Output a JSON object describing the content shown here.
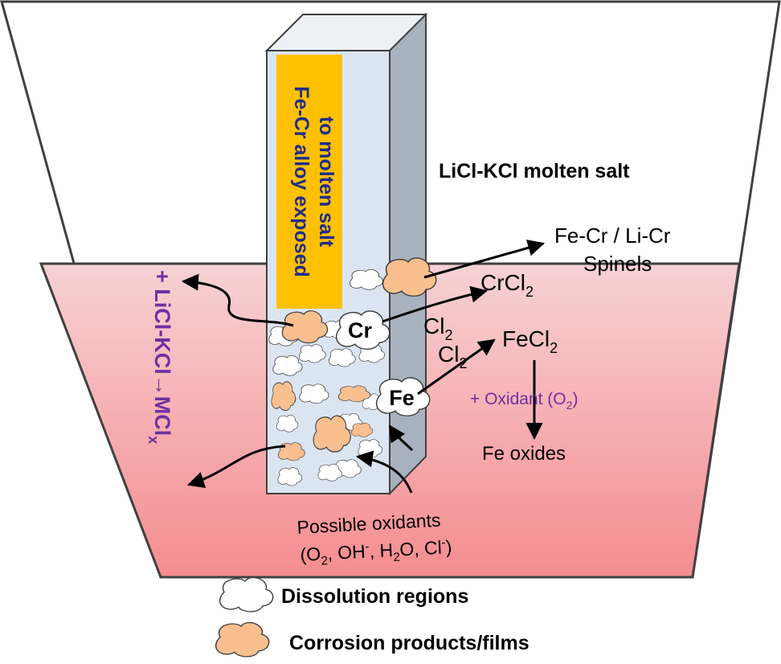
{
  "salt_label": "LiCl-KCl molten salt",
  "alloy_label_line1": "Fe-Cr alloy exposed",
  "alloy_label_line2": "to molten salt",
  "spinels_line1": "Fe-Cr / Li-Cr",
  "spinels_line2": "Spinels",
  "cr_label": "Cr",
  "fe_label": "Fe",
  "crcl2": {
    "main": "CrCl",
    "sub": "2"
  },
  "fecl2": {
    "main": "FeCl",
    "sub": "2"
  },
  "cl2_a": {
    "main": "Cl",
    "sub": "2"
  },
  "cl2_b": {
    "main": "Cl",
    "sub": "2"
  },
  "oxidant": {
    "pre": "+ Oxidant (O",
    "sub": "2",
    "post": ")"
  },
  "fe_oxides": "Fe oxides",
  "side_label": {
    "pre": "+ LiCl-KCl→MCl",
    "sub": "x"
  },
  "possible_oxidants_line1": "Possible oxidants",
  "possible_oxidants_line2": {
    "p1": "(O",
    "s1": "2",
    "p2": ", OH",
    "s2": "-",
    "p3": ", H",
    "s3": "2",
    "p4": "O, Cl",
    "s4": "-",
    "p5": ")"
  },
  "legend": {
    "dissolution": "Dissolution regions",
    "corrosion": "Corrosion products/films"
  },
  "colors": {
    "salt_top": "#f6d5d7",
    "salt_bottom": "#f58c8f",
    "alloy_face": "#dbe5f1",
    "alloy_side": "#a7b1bd",
    "alloy_top": "#ebeff5",
    "label_box": "#ffc000",
    "label_text": "#1f2d8a",
    "corrosion_fill": "#f9bf8f",
    "purple_text": "#7030a0"
  }
}
